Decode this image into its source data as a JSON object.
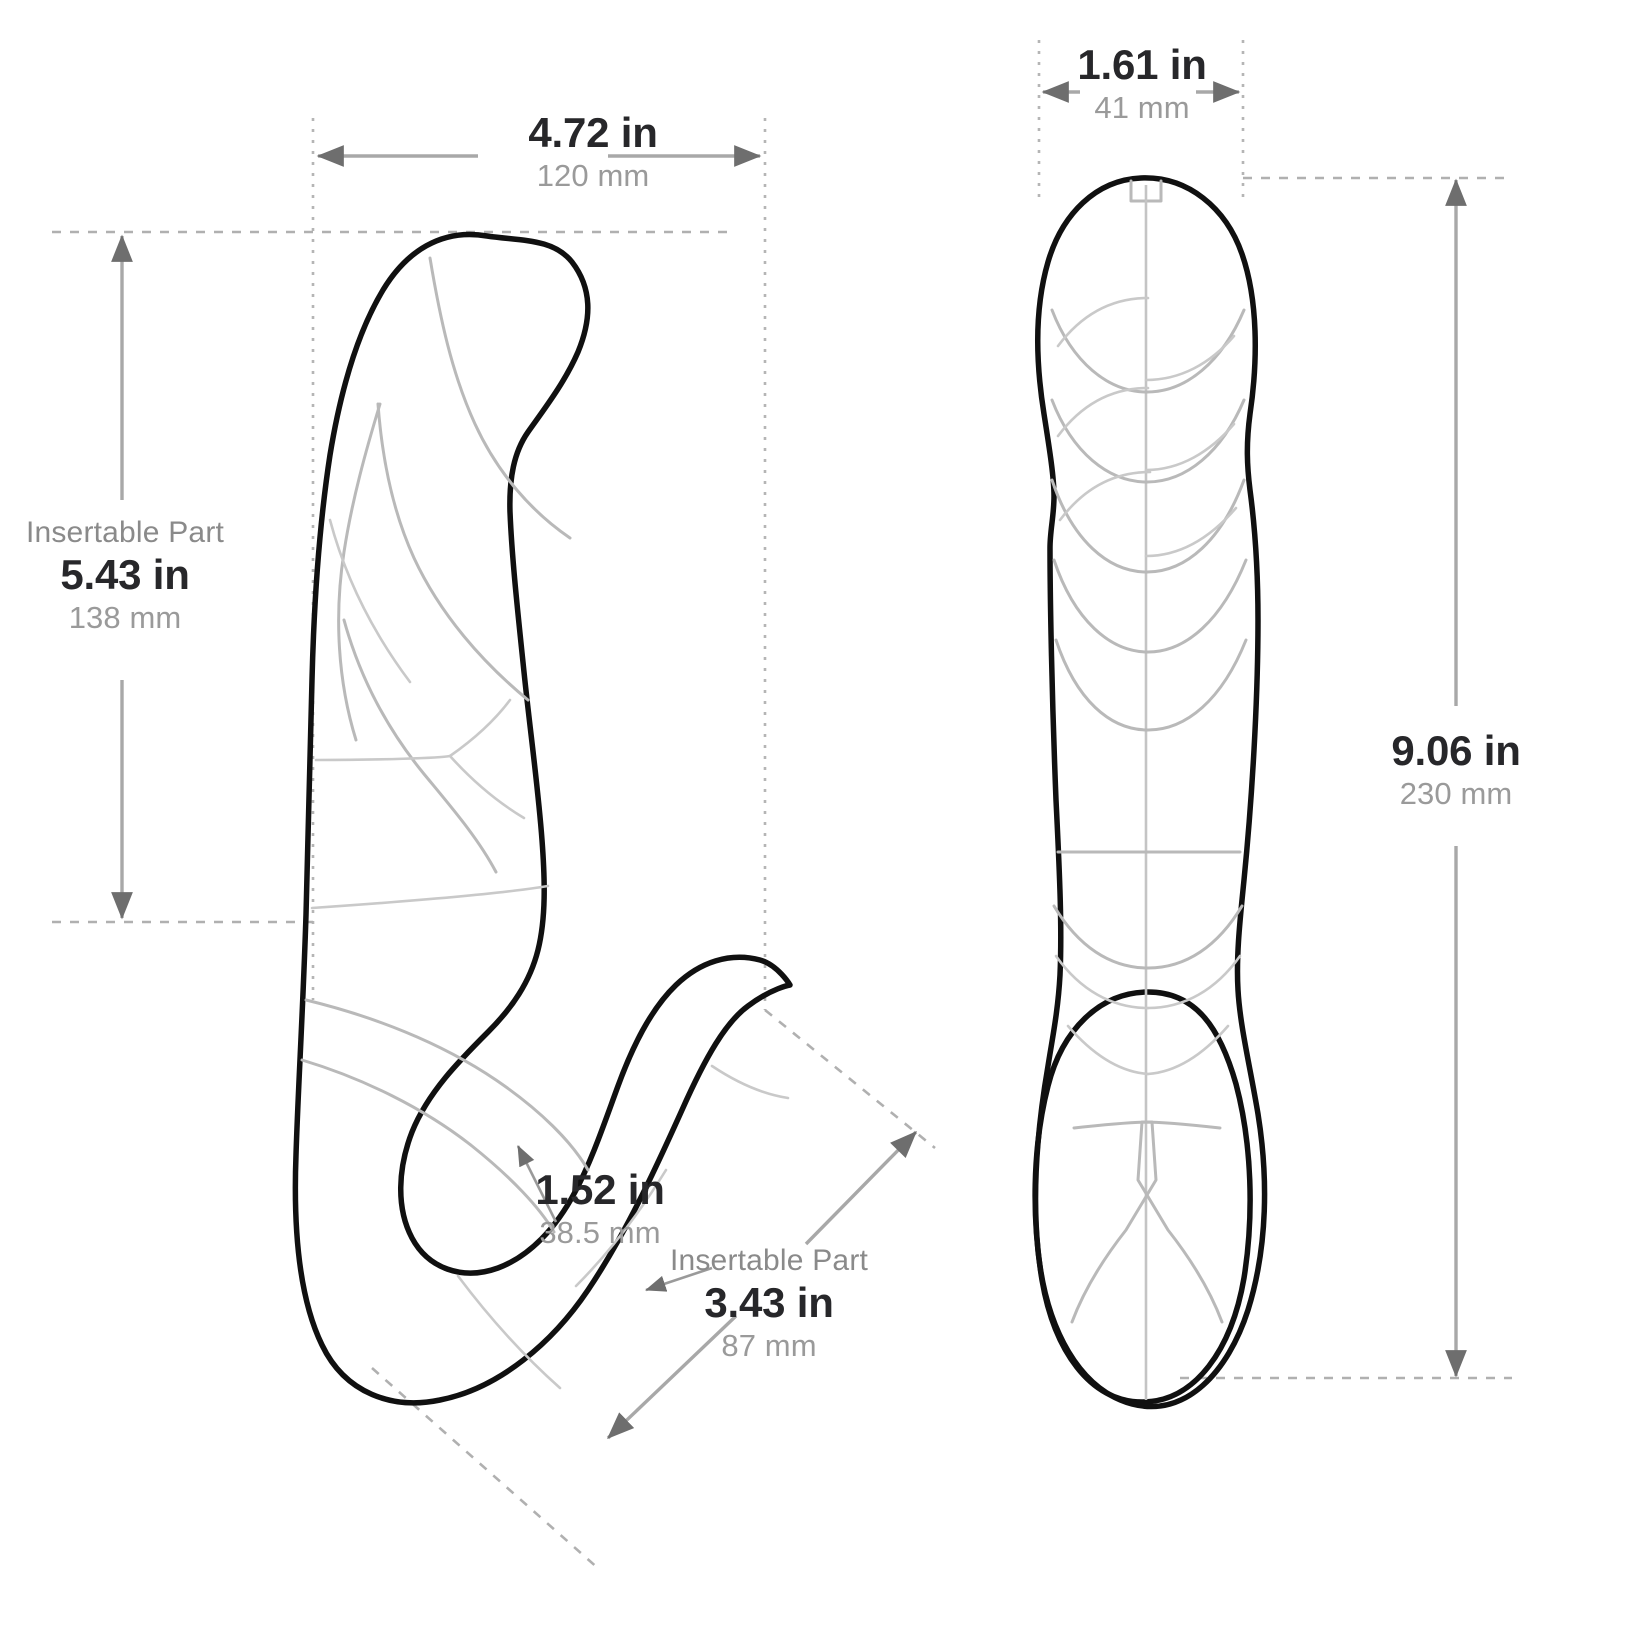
{
  "drawing": {
    "title": "Strapless strap-on dildo technical dimension drawing",
    "background_color": "#ffffff",
    "outline_color": "#101010",
    "detail_color": "#b9b9b9",
    "dimension_line_color": "#a8a8a8",
    "primary_text_color": "#27272a",
    "secondary_text_color": "#9a9a9a"
  },
  "views": [
    {
      "name": "side-view",
      "description": "Side profile of curved shaft with shorter insertable bulb arm"
    },
    {
      "name": "front-view",
      "description": "Front elevation of shaft with ridged texture and bulbous base"
    }
  ],
  "dimensions": {
    "width_top": {
      "caption": "",
      "primary": "4.72 in",
      "secondary": "120 mm",
      "orientation": "horizontal"
    },
    "insertable_length_left": {
      "caption": "Insertable Part",
      "primary": "5.43 in",
      "secondary": "138 mm",
      "orientation": "vertical"
    },
    "girth_center": {
      "caption": "",
      "primary": "1.52 in",
      "secondary": "38.5 mm",
      "orientation": "leader"
    },
    "insertable_length_bottom": {
      "caption": "Insertable Part",
      "primary": "3.43 in",
      "secondary": "87 mm",
      "orientation": "diagonal"
    },
    "width_front": {
      "caption": "",
      "primary": "1.61 in",
      "secondary": "41 mm",
      "orientation": "horizontal"
    },
    "total_length_right": {
      "caption": "",
      "primary": "9.06 in",
      "secondary": "230 mm",
      "orientation": "vertical"
    }
  }
}
